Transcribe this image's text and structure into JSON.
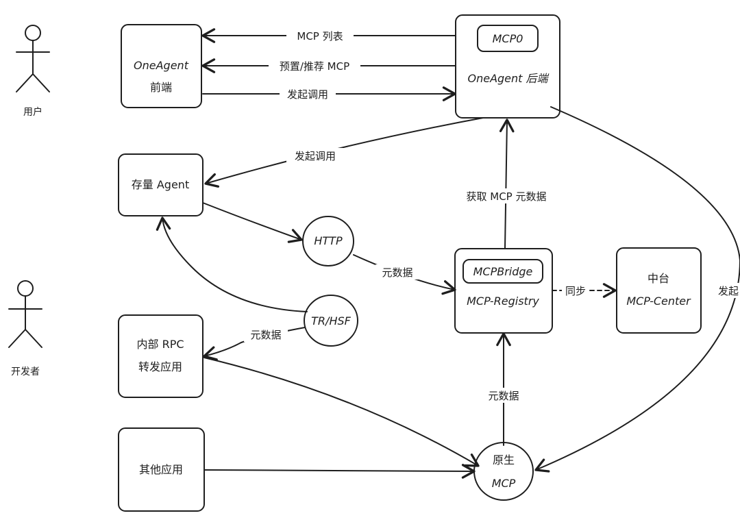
{
  "actors": {
    "user": "用户",
    "developer": "开发者"
  },
  "nodes": {
    "frontend_l1": "OneAgent",
    "frontend_l2": "前端",
    "backend_badge": "MCP0",
    "backend": "OneAgent 后端",
    "stock_agent": "存量 Agent",
    "http": "HTTP",
    "tr_hsf": "TR/HSF",
    "internal_rpc_l1": "内部 RPC",
    "internal_rpc_l2": "转发应用",
    "other_apps": "其他应用",
    "registry_badge": "MCPBridge",
    "registry": "MCP-Registry",
    "center_l1": "中台",
    "center_l2": "MCP-Center",
    "native_l1": "原生",
    "native_l2": "MCP"
  },
  "edges": {
    "mcp_list": "MCP 列表",
    "preset_recommend": "预置/推荐 MCP",
    "initiate_call_1": "发起调用",
    "initiate_call_2": "发起调用",
    "get_metadata": "获取 MCP 元数据",
    "metadata_http": "元数据",
    "metadata_hsf": "元数据",
    "metadata_native": "元数据",
    "sync": "同步",
    "initiate_right": "发起"
  },
  "colors": {
    "purple_fill": "#d0bfff",
    "blue_fill": "#a5d8ff",
    "teal_fill": "#63e6be",
    "yellow_fill": "#ffec99",
    "orange_fill": "#ffd8a8",
    "stroke": "#1e1e1e"
  }
}
